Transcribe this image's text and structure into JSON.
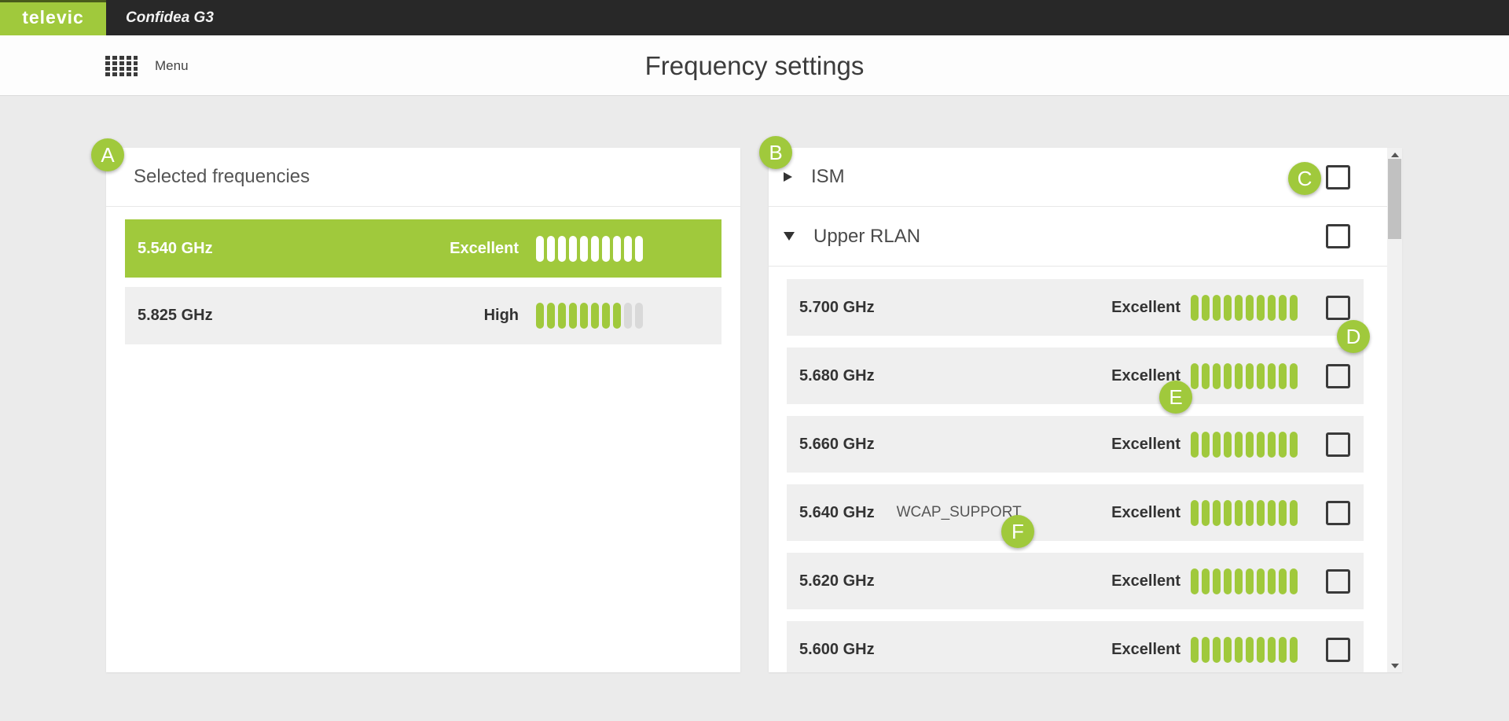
{
  "topbar": {
    "brand": "televic",
    "product": "Confidea G3"
  },
  "header": {
    "menu_label": "Menu",
    "title": "Frequency settings"
  },
  "selected_panel": {
    "title": "Selected frequencies",
    "rows": [
      {
        "freq": "5.540 GHz",
        "quality": "Excellent",
        "bars_filled": 10,
        "bars_total": 10,
        "selected": true
      },
      {
        "freq": "5.825 GHz",
        "quality": "High",
        "bars_filled": 8,
        "bars_total": 10,
        "selected": false
      }
    ]
  },
  "available_panel": {
    "groups": [
      {
        "label": "ISM",
        "expanded": false,
        "checked": false,
        "children": []
      },
      {
        "label": "Upper RLAN",
        "expanded": true,
        "checked": false,
        "children": [
          {
            "freq": "5.700 GHz",
            "tag": "",
            "quality": "Excellent",
            "bars_filled": 10,
            "bars_total": 10,
            "checked": false
          },
          {
            "freq": "5.680 GHz",
            "tag": "",
            "quality": "Excellent",
            "bars_filled": 10,
            "bars_total": 10,
            "checked": false
          },
          {
            "freq": "5.660 GHz",
            "tag": "",
            "quality": "Excellent",
            "bars_filled": 10,
            "bars_total": 10,
            "checked": false
          },
          {
            "freq": "5.640 GHz",
            "tag": "WCAP_SUPPORT",
            "quality": "Excellent",
            "bars_filled": 10,
            "bars_total": 10,
            "checked": false
          },
          {
            "freq": "5.620 GHz",
            "tag": "",
            "quality": "Excellent",
            "bars_filled": 10,
            "bars_total": 10,
            "checked": false
          },
          {
            "freq": "5.600 GHz",
            "tag": "",
            "quality": "Excellent",
            "bars_filled": 10,
            "bars_total": 10,
            "checked": false
          }
        ]
      }
    ]
  },
  "badges": {
    "a": "A",
    "b": "B",
    "c": "C",
    "d": "D",
    "e": "E",
    "f": "F"
  },
  "colors": {
    "green": "#a0c93c",
    "bar_off": "#d9d9d9",
    "topbar_bg": "#282828",
    "page_bg": "#ebebeb"
  }
}
